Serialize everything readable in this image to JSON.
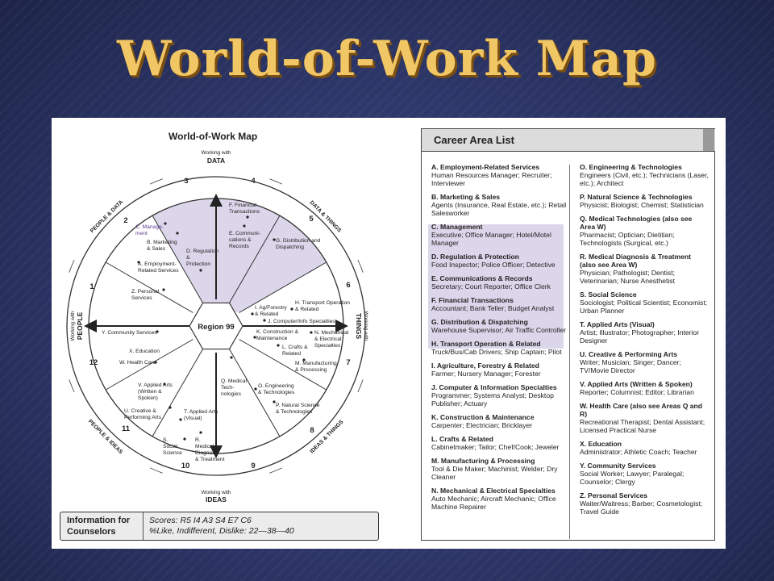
{
  "slide": {
    "title": "World-of-Work Map"
  },
  "map": {
    "title": "World-of-Work Map",
    "center_label": "Region 99",
    "directions": {
      "data_small": "Working with",
      "data": "DATA",
      "ideas_small": "Working with",
      "ideas": "IDEAS",
      "people_small": "Working with",
      "people": "PEOPLE",
      "things_small": "Working with",
      "things": "THINGS"
    },
    "quadrants": {
      "people_data": "PEOPLE & DATA",
      "data_things": "DATA & THINGS",
      "ideas_things": "IDEAS & THINGS",
      "people_ideas": "PEOPLE & IDEAS"
    },
    "region_numbers": [
      "1",
      "2",
      "3",
      "4",
      "5",
      "6",
      "7",
      "8",
      "9",
      "10",
      "11",
      "12"
    ],
    "areas": {
      "c": [
        "C. Manage-",
        "ment"
      ],
      "b": [
        "B. Marketing",
        "& Sales"
      ],
      "a": [
        "A. Employment-",
        "Related Services"
      ],
      "z": [
        "Z. Personal",
        "Services"
      ],
      "d": [
        "D. Regulation",
        "&",
        "Protection"
      ],
      "f": [
        "F. Financial",
        "Transactions"
      ],
      "e": [
        "E. Communi-",
        "cations &",
        "Records"
      ],
      "g": [
        "G. Distribution and",
        "Dispatching"
      ],
      "i": [
        "I. Ag/Forestry",
        "& Related"
      ],
      "h": [
        "H. Transport Operation",
        "& Related"
      ],
      "j": [
        "J. Computer/Info Specialties"
      ],
      "k": [
        "K. Construction &",
        "Maintenance"
      ],
      "l": [
        "L. Crafts &",
        "Related"
      ],
      "n": [
        "N. Mechanical",
        "& Electrical",
        "Specialties"
      ],
      "m": [
        "M. Manufacturing",
        "& Processing"
      ],
      "o": [
        "O. Engineering",
        "& Technologies"
      ],
      "p": [
        "P. Natural Science",
        "& Technologies"
      ],
      "q": [
        "Q. Medical",
        "Tech-",
        "nologies"
      ],
      "y": [
        "Y. Community Services"
      ],
      "x": [
        "X. Education"
      ],
      "w": [
        "W. Health Care"
      ],
      "v": [
        "V. Applied Arts",
        "(Written &",
        "Spoken)"
      ],
      "u": [
        "U. Creative &",
        "Performing Arts"
      ],
      "t": [
        "T. Applied Arts",
        "(Visual)"
      ],
      "s": [
        "S.",
        "Social",
        "Science"
      ],
      "r": [
        "R.",
        "Medical",
        "Diagnosis",
        "& Treatment"
      ]
    }
  },
  "info": {
    "label": "Information for Counselors",
    "scores": "Scores: R5 I4 A3 S4 E7 C6",
    "like": "%Like, Indifferent, Dislike: 22—38—40"
  },
  "career_list": {
    "title": "Career Area List",
    "left": [
      {
        "name": "A. Employment-Related Services",
        "jobs": "Human Resources Manager; Recruiter; Interviewer"
      },
      {
        "name": "B. Marketing & Sales",
        "jobs": "Agents (Insurance, Real Estate, etc.); Retail Salesworker"
      },
      {
        "name": "C. Management",
        "jobs": "Executive; Office Manager; Hotel/Motel Manager"
      },
      {
        "name": "D. Regulation & Protection",
        "jobs": "Food Inspector; Police Officer; Detective"
      },
      {
        "name": "E. Communications & Records",
        "jobs": "Secretary; Court Reporter; Office Clerk"
      },
      {
        "name": "F. Financial Transactions",
        "jobs": "Accountant; Bank Teller; Budget Analyst"
      },
      {
        "name": "G. Distribution & Dispatching",
        "jobs": "Warehouse Supervisor; Air Traffic Controller"
      },
      {
        "name": "H. Transport Operation & Related",
        "jobs": "Truck/Bus/Cab Drivers; Ship Captain; Pilot"
      },
      {
        "name": "I. Agriculture, Forestry & Related",
        "jobs": "Farmer; Nursery Manager; Forester"
      },
      {
        "name": "J. Computer & Information Specialties",
        "jobs": "Programmer; Systems Analyst; Desktop Publisher; Actuary"
      },
      {
        "name": "K. Construction & Maintenance",
        "jobs": "Carpenter; Electrician; Bricklayer"
      },
      {
        "name": "L. Crafts & Related",
        "jobs": "Cabinetmaker; Tailor; Chef/Cook; Jeweler"
      },
      {
        "name": "M. Manufacturing & Processing",
        "jobs": "Tool & Die Maker; Machinist; Welder; Dry Cleaner"
      },
      {
        "name": "N. Mechanical & Electrical Specialties",
        "jobs": "Auto Mechanic; Aircraft Mechanic; Office Machine Repairer"
      }
    ],
    "right": [
      {
        "name": "O. Engineering & Technologies",
        "jobs": "Engineers (Civil, etc.); Technicians (Laser, etc.); Architect"
      },
      {
        "name": "P. Natural Science & Technologies",
        "jobs": "Physicist; Biologist; Chemist; Statistician"
      },
      {
        "name": "Q. Medical Technologies (also see Area W)",
        "jobs": "Pharmacist; Optician; Dietitian; Technologists (Surgical, etc.)"
      },
      {
        "name": "R. Medical Diagnosis & Treatment (also see Area W)",
        "jobs": "Physician; Pathologist; Dentist; Veterinarian; Nurse Anesthetist"
      },
      {
        "name": "S. Social Science",
        "jobs": "Sociologist; Political Scientist; Economist; Urban Planner"
      },
      {
        "name": "T. Applied Arts (Visual)",
        "jobs": "Artist; Illustrator; Photographer; Interior Designer"
      },
      {
        "name": "U. Creative & Performing Arts",
        "jobs": "Writer; Musician; Singer; Dancer; TV/Movie Director"
      },
      {
        "name": "V. Applied Arts (Written & Spoken)",
        "jobs": "Reporter; Columnist; Editor; Librarian"
      },
      {
        "name": "W. Health Care (also see Areas Q and R)",
        "jobs": "Recreational Therapist; Dental Assistant; Licensed Practical Nurse"
      },
      {
        "name": "X. Education",
        "jobs": "Administrator; Athletic Coach; Teacher"
      },
      {
        "name": "Y. Community Services",
        "jobs": "Social Worker; Lawyer; Paralegal; Counselor; Clergy"
      },
      {
        "name": "Z. Personal Services",
        "jobs": "Waiter/Waitress; Barber; Cosmetologist; Travel Guide"
      }
    ]
  },
  "colors": {
    "highlight": "#dcd6ea",
    "title": "#f1c766",
    "management": "#5b3a96"
  }
}
